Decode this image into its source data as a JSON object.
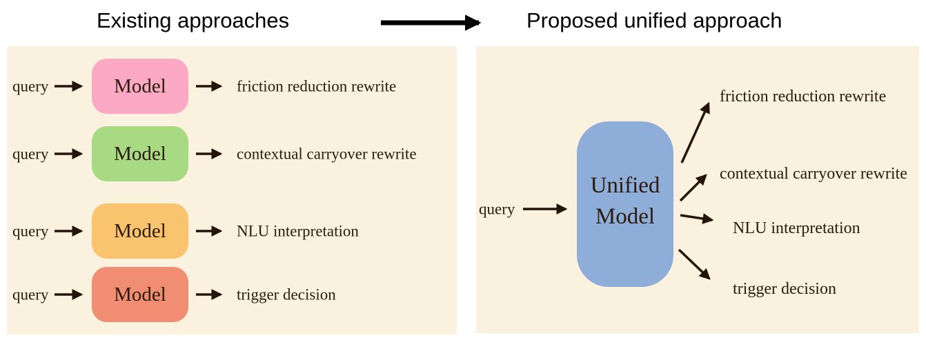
{
  "figure": {
    "left_title": "Existing approaches",
    "right_title": "Proposed unified approach",
    "transition_icon": "right-arrow"
  },
  "colors": {
    "panel_background": "#FAF1DE",
    "arrow_dark": "#241409",
    "title_black": "#000000",
    "text_brown": "#2B1B0D",
    "model_pink": "#FBA9C5",
    "model_green": "#A8D983",
    "model_orange": "#FAC46F",
    "model_salmon": "#F08D72",
    "unified_blue": "#8FADD9"
  },
  "left_panel": {
    "rows": [
      {
        "input": "query",
        "model": "Model",
        "color": "#FBA9C5",
        "output": "friction reduction rewrite"
      },
      {
        "input": "query",
        "model": "Model",
        "color": "#A8D983",
        "output": "contextual carryover rewrite"
      },
      {
        "input": "query",
        "model": "Model",
        "color": "#FAC46F",
        "output": "NLU interpretation"
      },
      {
        "input": "query",
        "model": "Model",
        "color": "#F08D72",
        "output": "trigger decision"
      }
    ]
  },
  "right_panel": {
    "input": "query",
    "model_line1": "Unified",
    "model_line2": "Model",
    "model_color": "#8FADD9",
    "outputs": [
      "friction reduction rewrite",
      "contextual carryover rewrite",
      "NLU interpretation",
      "trigger decision"
    ]
  }
}
